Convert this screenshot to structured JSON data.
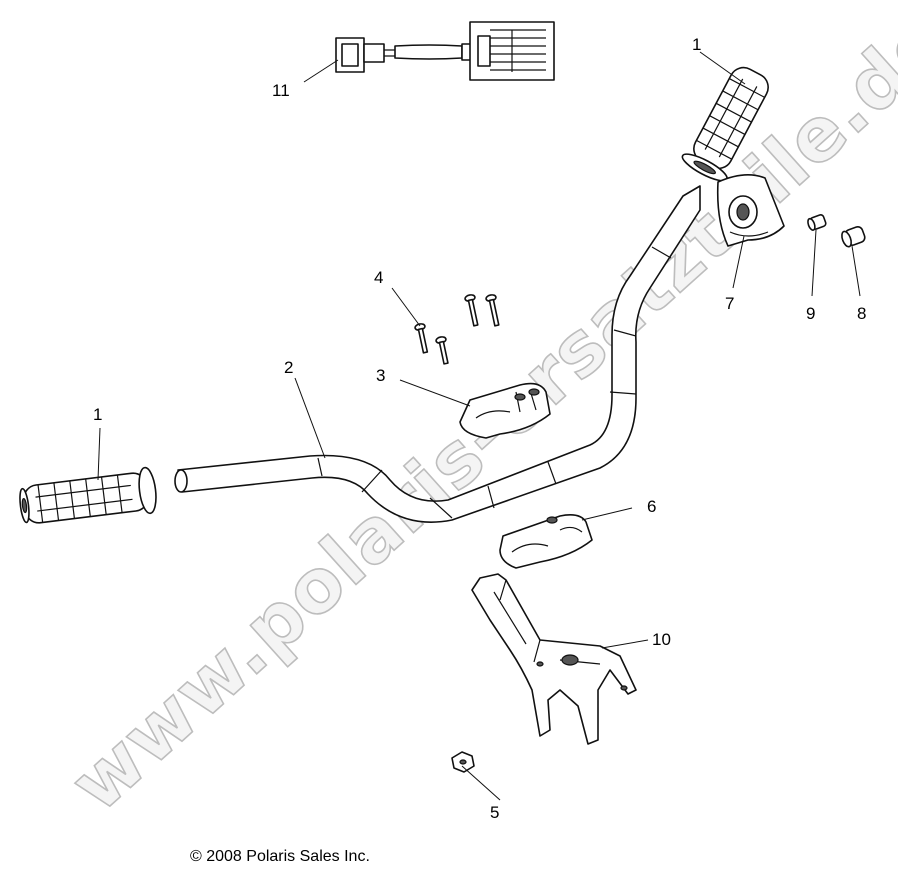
{
  "watermark": "www.polaris-ersatzteile.de",
  "copyright": "© 2008 Polaris Sales Inc.",
  "callouts": [
    {
      "id": "1",
      "label": "1"
    },
    {
      "id": "1b",
      "label": "1"
    },
    {
      "id": "2",
      "label": "2"
    },
    {
      "id": "3",
      "label": "3"
    },
    {
      "id": "4",
      "label": "4"
    },
    {
      "id": "5",
      "label": "5"
    },
    {
      "id": "6",
      "label": "6"
    },
    {
      "id": "7",
      "label": "7"
    },
    {
      "id": "8",
      "label": "8"
    },
    {
      "id": "9",
      "label": "9"
    },
    {
      "id": "10",
      "label": "10"
    },
    {
      "id": "11",
      "label": "11"
    }
  ]
}
